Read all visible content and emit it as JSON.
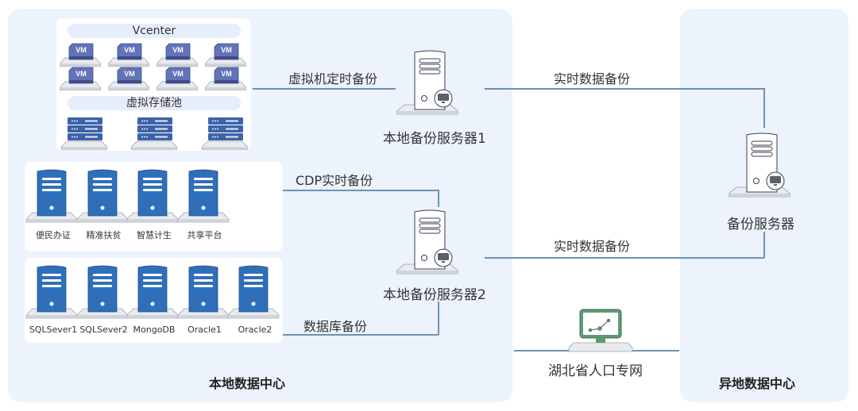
{
  "local_center": {
    "title": "本地数据中心",
    "vcenter": {
      "title": "Vcenter",
      "vm_label": "VM",
      "vm_count": 8,
      "storage_title": "虚拟存储池",
      "storage_count": 3
    },
    "apps": [
      {
        "label": "便民办证"
      },
      {
        "label": "精准扶贫"
      },
      {
        "label": "智慧计生"
      },
      {
        "label": "共享平台"
      }
    ],
    "databases": [
      {
        "label": "SQLSever1"
      },
      {
        "label": "SQLSever2"
      },
      {
        "label": "MongoDB"
      },
      {
        "label": "Oracle1"
      },
      {
        "label": "Oracle2"
      }
    ],
    "backup_servers": [
      {
        "label": "本地备份服务器1"
      },
      {
        "label": "本地备份服务器2"
      }
    ],
    "links": {
      "vm_backup": "虚拟机定时备份",
      "cdp_backup": "CDP实时备份",
      "db_backup": "数据库备份"
    }
  },
  "network": {
    "label": "湖北省人口专网",
    "realtime_1": "实时数据备份",
    "realtime_2": "实时数据备份"
  },
  "remote_center": {
    "title": "异地数据中心",
    "server_label": "备份服务器"
  },
  "colors": {
    "panel_bg": "#ecf3fd",
    "server_blue": "#2f6fba",
    "vm_purple": "#5a6aae",
    "line": "#6e92b0",
    "monitor_green": "#5e9c74"
  }
}
